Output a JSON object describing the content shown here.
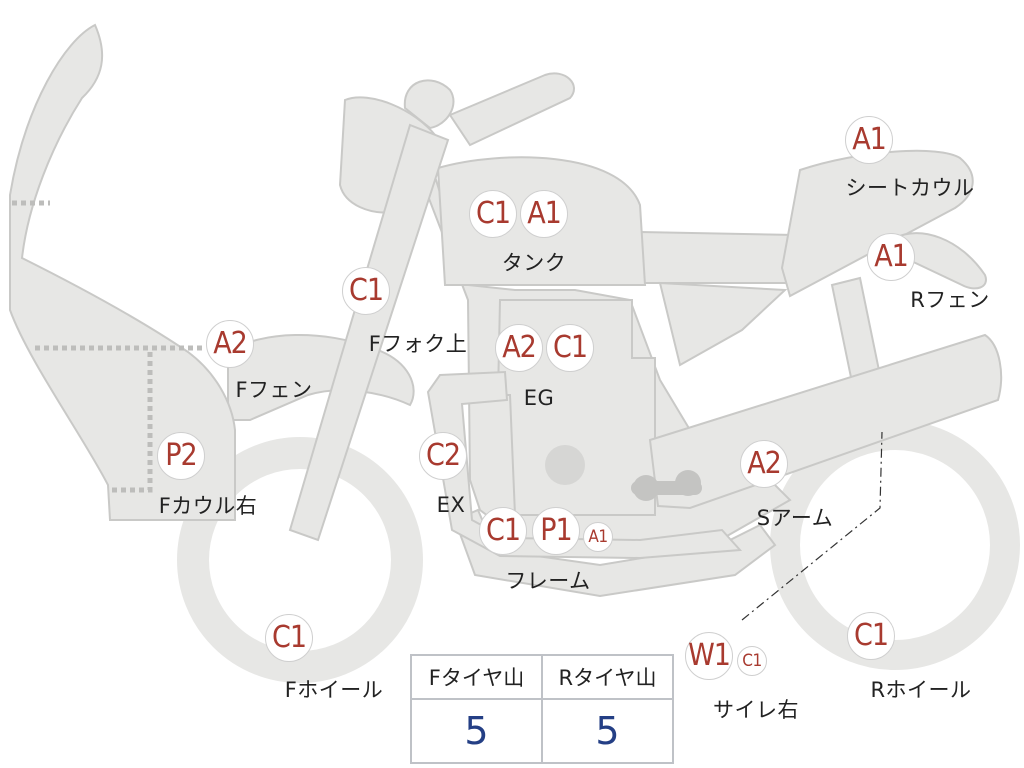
{
  "diagram": {
    "parts": [
      {
        "id": "front-fender",
        "label": "Fフェン",
        "codes": [
          {
            "text": "A2",
            "size": "large"
          }
        ]
      },
      {
        "id": "front-cowl-right",
        "label": "Fカウル右",
        "codes": [
          {
            "text": "P2",
            "size": "large"
          }
        ]
      },
      {
        "id": "fork-upper",
        "label": "Fフォク上",
        "codes": [
          {
            "text": "C1",
            "size": "large"
          }
        ]
      },
      {
        "id": "front-wheel",
        "label": "Fホイール",
        "codes": [
          {
            "text": "C1",
            "size": "large"
          }
        ]
      },
      {
        "id": "tank",
        "label": "タンク",
        "codes": [
          {
            "text": "C1",
            "size": "large"
          },
          {
            "text": "A1",
            "size": "large"
          }
        ]
      },
      {
        "id": "engine",
        "label": "EG",
        "codes": [
          {
            "text": "A2",
            "size": "large"
          },
          {
            "text": "C1",
            "size": "large"
          }
        ]
      },
      {
        "id": "exhaust",
        "label": "EX",
        "codes": [
          {
            "text": "C2",
            "size": "large"
          }
        ]
      },
      {
        "id": "frame",
        "label": "フレーム",
        "codes": [
          {
            "text": "C1",
            "size": "large"
          },
          {
            "text": "P1",
            "size": "large"
          },
          {
            "text": "A1",
            "size": "small"
          }
        ]
      },
      {
        "id": "seat-cowl",
        "label": "シートカウル",
        "codes": [
          {
            "text": "A1",
            "size": "large"
          }
        ]
      },
      {
        "id": "rear-fender",
        "label": "Rフェン",
        "codes": [
          {
            "text": "A1",
            "size": "large"
          }
        ]
      },
      {
        "id": "swingarm",
        "label": "Sアーム",
        "codes": [
          {
            "text": "A2",
            "size": "large"
          }
        ]
      },
      {
        "id": "muffler-right",
        "label": "サイレ右",
        "codes": [
          {
            "text": "W1",
            "size": "large"
          },
          {
            "text": "C1",
            "size": "small"
          }
        ]
      },
      {
        "id": "rear-wheel",
        "label": "Rホイール",
        "codes": [
          {
            "text": "C1",
            "size": "large"
          }
        ]
      }
    ],
    "tire_tread": {
      "headers": [
        "Fタイヤ山",
        "Rタイヤ山"
      ],
      "values": [
        "5",
        "5"
      ]
    }
  }
}
